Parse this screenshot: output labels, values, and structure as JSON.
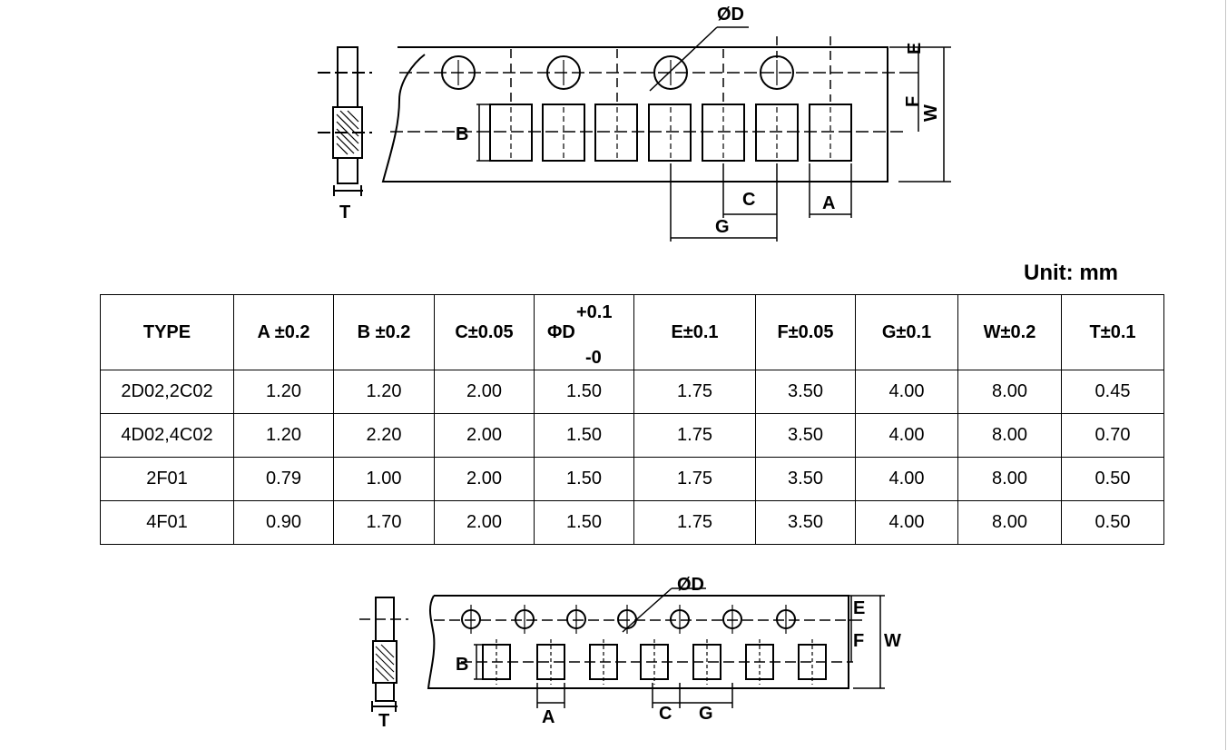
{
  "top_drawing": {
    "labels": {
      "d": "ØD",
      "e": "E",
      "f": "F",
      "w": "W",
      "b": "B",
      "c": "C",
      "g": "G",
      "a": "A",
      "t": "T"
    }
  },
  "unit_label": "Unit: mm",
  "table": {
    "headers": [
      "TYPE",
      "A ±0.2",
      "B ±0.2",
      "C±0.05",
      "E±0.1",
      "F±0.05",
      "G±0.1",
      "W±0.2",
      "T±0.1"
    ],
    "phi_header": {
      "plus": "+0.1",
      "main": "ΦD",
      "minus": "-0"
    },
    "rows": [
      [
        "2D02,2C02",
        "1.20",
        "1.20",
        "2.00",
        "1.50",
        "1.75",
        "3.50",
        "4.00",
        "8.00",
        "0.45"
      ],
      [
        "4D02,4C02",
        "1.20",
        "2.20",
        "2.00",
        "1.50",
        "1.75",
        "3.50",
        "4.00",
        "8.00",
        "0.70"
      ],
      [
        "2F01",
        "0.79",
        "1.00",
        "2.00",
        "1.50",
        "1.75",
        "3.50",
        "4.00",
        "8.00",
        "0.50"
      ],
      [
        "4F01",
        "0.90",
        "1.70",
        "2.00",
        "1.50",
        "1.75",
        "3.50",
        "4.00",
        "8.00",
        "0.50"
      ]
    ]
  },
  "bottom_drawing": {
    "labels": {
      "d": "ØD",
      "e": "E",
      "f": "F",
      "w": "W",
      "b": "B",
      "a": "A",
      "c": "C",
      "g": "G",
      "t": "T"
    }
  }
}
